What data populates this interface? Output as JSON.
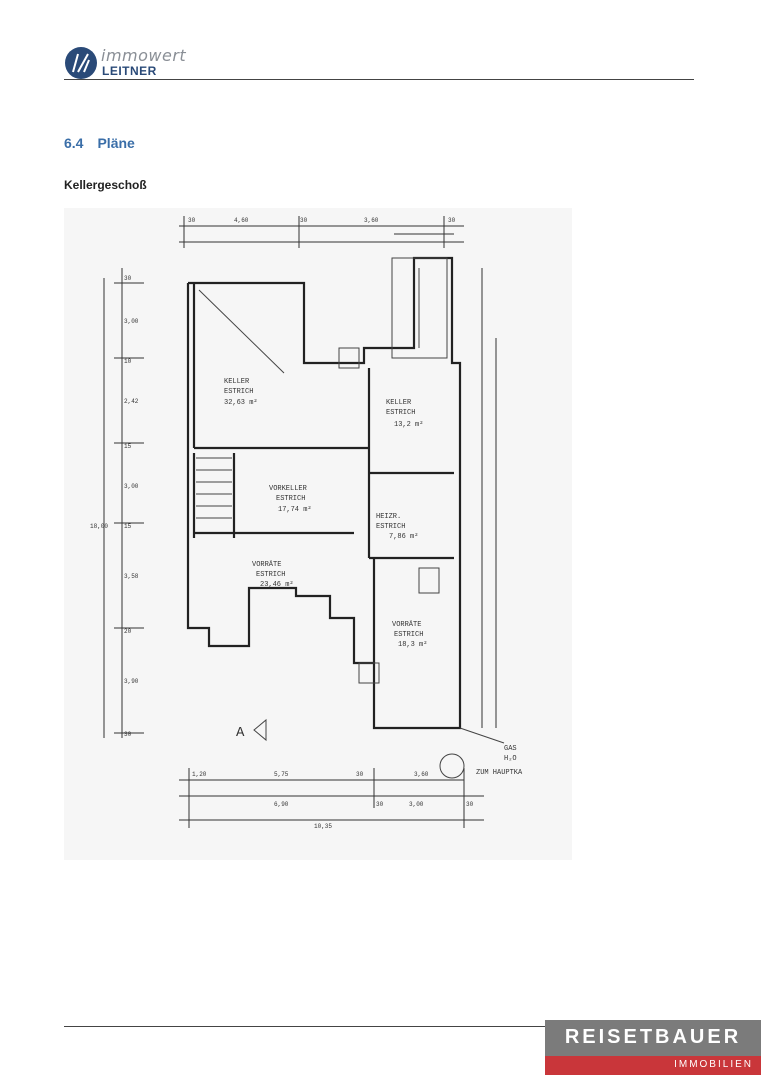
{
  "header": {
    "logo_top": "immowert",
    "logo_bottom": "LEITNER"
  },
  "section": {
    "number": "6.4",
    "title": "Pläne"
  },
  "plan": {
    "title": "Kellergeschoß",
    "rooms": [
      {
        "name": "KELLER",
        "floor": "ESTRICH",
        "area": "32,63 m²"
      },
      {
        "name": "KELLER",
        "floor": "ESTRICH",
        "area": "13,2 m²"
      },
      {
        "name": "VORKELLER",
        "floor": "ESTRICH",
        "area": "17,74 m²"
      },
      {
        "name": "HEIZR.",
        "floor": "ESTRICH",
        "area": "7,86 m²"
      },
      {
        "name": "VORRÄTE",
        "floor": "ESTRICH",
        "area": "23,46 m²"
      },
      {
        "name": "VORRÄTE",
        "floor": "ESTRICH",
        "area": "18,3 m²"
      }
    ],
    "marker": "A",
    "annotations": [
      "GAS",
      "H₂O",
      "ZUM HAUPTKA"
    ],
    "dims_top": [
      "30",
      "4,60",
      "30",
      "3,60",
      "30"
    ],
    "dims_bottom": [
      "1,20",
      "5,75",
      "30",
      "3,60",
      "6,90",
      "30",
      "3,00",
      "30",
      "10,35"
    ],
    "dims_left": [
      "30",
      "3,00",
      "10",
      "2,42",
      "15",
      "3,00",
      "15",
      "3,58",
      "20",
      "3,90",
      "30",
      "18,00"
    ]
  },
  "footer": {
    "brand_main": "REISETBAUER",
    "brand_sub": "IMMOBILIEN"
  },
  "colors": {
    "accent": "#3a6ea8",
    "brand_gray": "#7b7b7b",
    "brand_red": "#c9363a"
  }
}
